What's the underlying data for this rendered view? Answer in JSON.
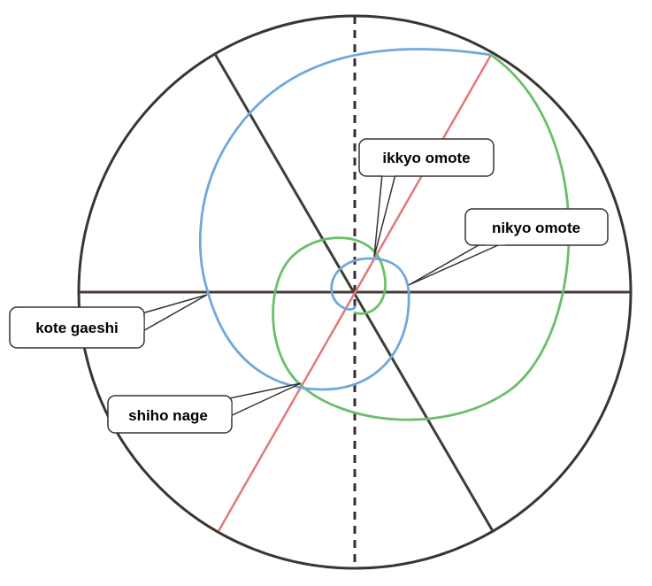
{
  "labels": {
    "ikkyo_omote": "ikkyo omote",
    "nikyo_omote": "nikyo omote",
    "kote_gaeshi": "kote gaeshi",
    "shiho_nage": "shiho nage"
  },
  "colors": {
    "outer_circle": "#3a3530",
    "axis_line": "#4a3a34",
    "diagonal_line": "#3e3e36",
    "dashed_axis": "#3a2a30",
    "red_line": "#e07a7a",
    "blue_spiral": "#6fa8dc",
    "green_spiral": "#6abf69",
    "callout_border": "#333333",
    "background": "#ffffff"
  }
}
